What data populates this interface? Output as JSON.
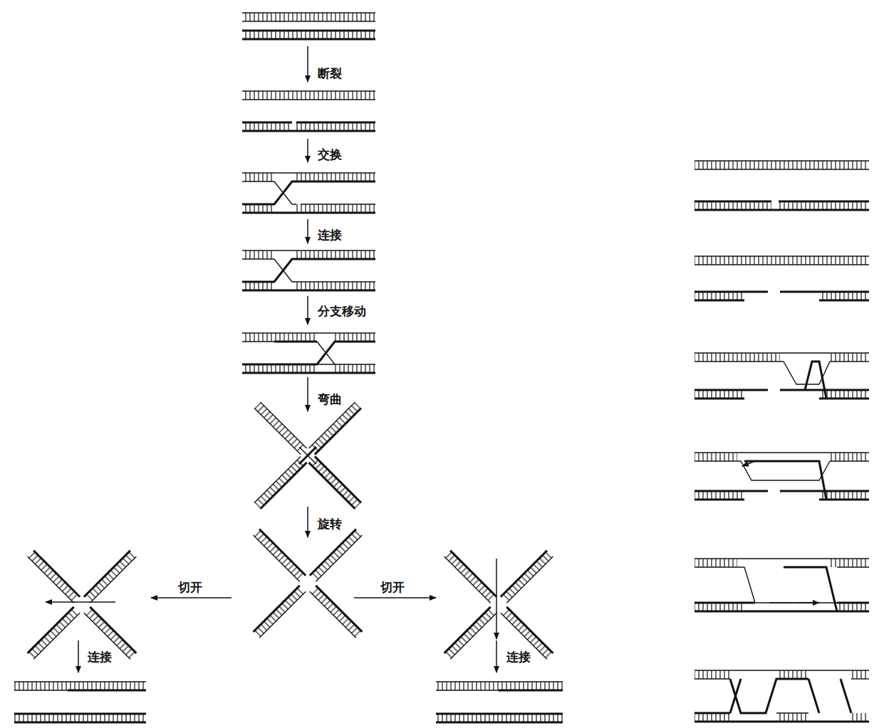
{
  "diagram": {
    "labels": [
      "断裂",
      "交换",
      "连接",
      "分支移动",
      "弯曲",
      "旋转",
      "切开",
      "切开",
      "连接",
      "连接"
    ]
  }
}
